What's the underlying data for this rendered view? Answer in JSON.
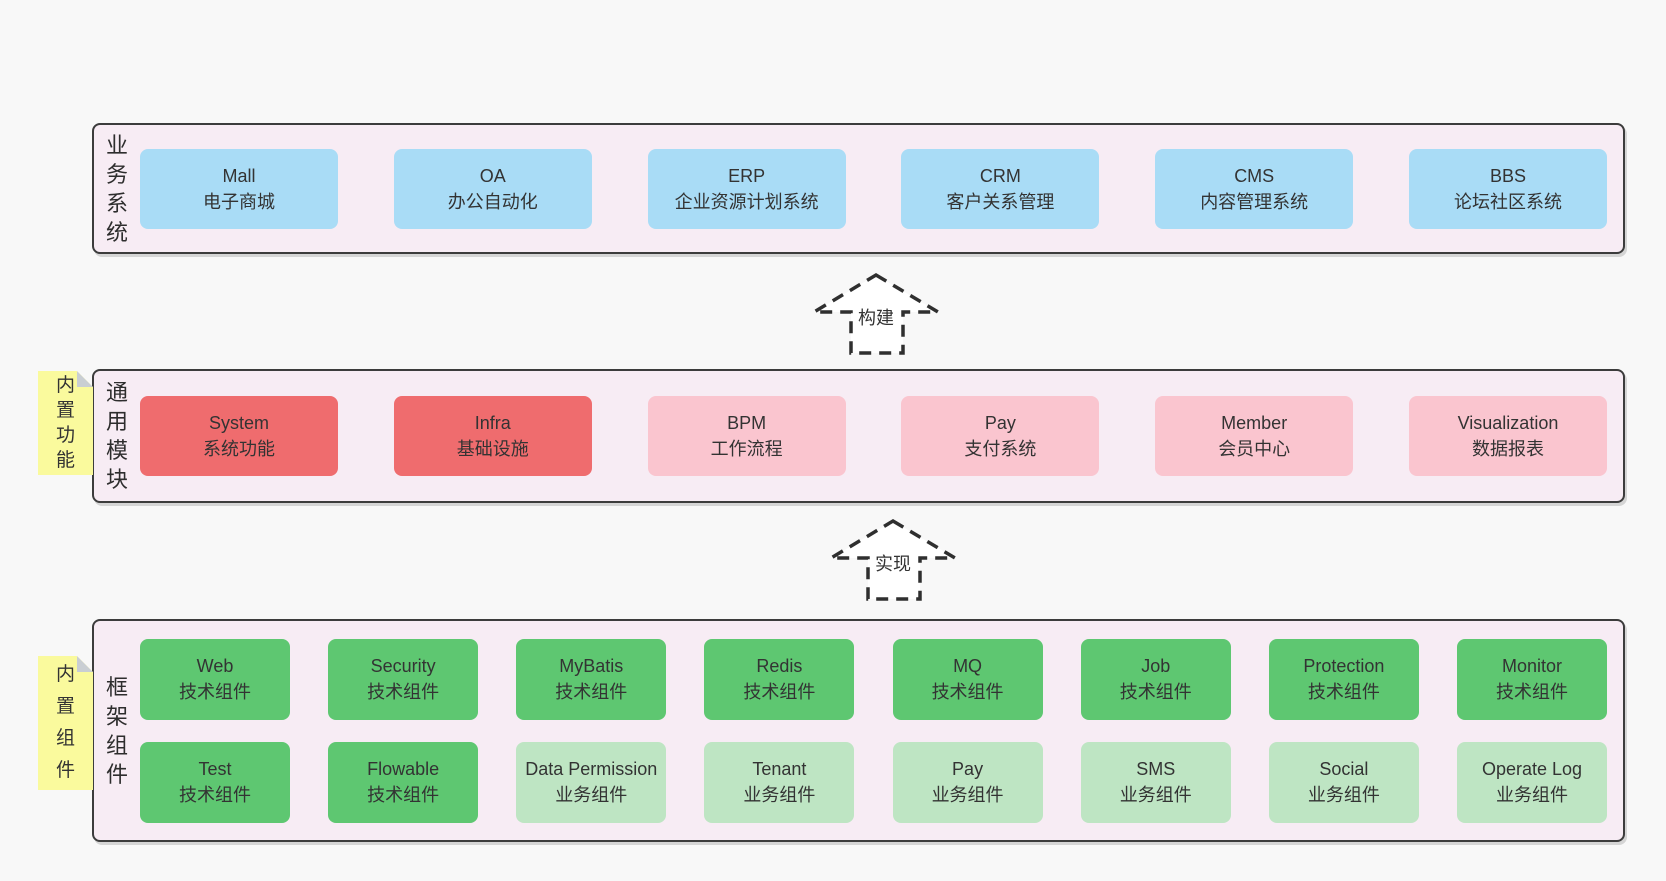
{
  "diagram": {
    "description": "layered software architecture diagram"
  },
  "colors": {
    "pageBg": "#f8f8f8",
    "bandBg": "#f7ecf4",
    "bandBorder": "#3c3c3c",
    "blue": "#a9dcf6",
    "red": "#ef6c6e",
    "pink": "#fac5cf",
    "green": "#5ec771",
    "lightgreen": "#bee5c3",
    "stickyBg": "#fafa9d",
    "stickyFold": "#c9ced3",
    "text": "#333333"
  },
  "bands": [
    {
      "id": "business-systems",
      "label": "业务系统",
      "sticky": null,
      "rows": [
        [
          {
            "title": "Mall",
            "subtitle": "电子商城",
            "variant": "blue"
          },
          {
            "title": "OA",
            "subtitle": "办公自动化",
            "variant": "blue"
          },
          {
            "title": "ERP",
            "subtitle": "企业资源计划系统",
            "variant": "blue"
          },
          {
            "title": "CRM",
            "subtitle": "客户关系管理",
            "variant": "blue"
          },
          {
            "title": "CMS",
            "subtitle": "内容管理系统",
            "variant": "blue"
          },
          {
            "title": "BBS",
            "subtitle": "论坛社区系统",
            "variant": "blue"
          }
        ]
      ]
    },
    {
      "id": "common-modules",
      "label": "通用模块",
      "sticky": "内置功能",
      "rows": [
        [
          {
            "title": "System",
            "subtitle": "系统功能",
            "variant": "red"
          },
          {
            "title": "Infra",
            "subtitle": "基础设施",
            "variant": "red"
          },
          {
            "title": "BPM",
            "subtitle": "工作流程",
            "variant": "pink"
          },
          {
            "title": "Pay",
            "subtitle": "支付系统",
            "variant": "pink"
          },
          {
            "title": "Member",
            "subtitle": "会员中心",
            "variant": "pink"
          },
          {
            "title": "Visualization",
            "subtitle": "数据报表",
            "variant": "pink"
          }
        ]
      ]
    },
    {
      "id": "framework-components",
      "label": "框架组件",
      "sticky": "内置组件",
      "rows": [
        [
          {
            "title": "Web",
            "subtitle": "技术组件",
            "variant": "green"
          },
          {
            "title": "Security",
            "subtitle": "技术组件",
            "variant": "green"
          },
          {
            "title": "MyBatis",
            "subtitle": "技术组件",
            "variant": "green"
          },
          {
            "title": "Redis",
            "subtitle": "技术组件",
            "variant": "green"
          },
          {
            "title": "MQ",
            "subtitle": "技术组件",
            "variant": "green"
          },
          {
            "title": "Job",
            "subtitle": "技术组件",
            "variant": "green"
          },
          {
            "title": "Protection",
            "subtitle": "技术组件",
            "variant": "green"
          },
          {
            "title": "Monitor",
            "subtitle": "技术组件",
            "variant": "green"
          }
        ],
        [
          {
            "title": "Test",
            "subtitle": "技术组件",
            "variant": "green"
          },
          {
            "title": "Flowable",
            "subtitle": "技术组件",
            "variant": "green"
          },
          {
            "title": "Data Permission",
            "subtitle": "业务组件",
            "variant": "lightgreen"
          },
          {
            "title": "Tenant",
            "subtitle": "业务组件",
            "variant": "lightgreen"
          },
          {
            "title": "Pay",
            "subtitle": "业务组件",
            "variant": "lightgreen"
          },
          {
            "title": "SMS",
            "subtitle": "业务组件",
            "variant": "lightgreen"
          },
          {
            "title": "Social",
            "subtitle": "业务组件",
            "variant": "lightgreen"
          },
          {
            "title": "Operate Log",
            "subtitle": "业务组件",
            "variant": "lightgreen"
          }
        ]
      ]
    }
  ],
  "arrows": [
    {
      "id": "build",
      "label": "构建"
    },
    {
      "id": "implement",
      "label": "实现"
    }
  ]
}
